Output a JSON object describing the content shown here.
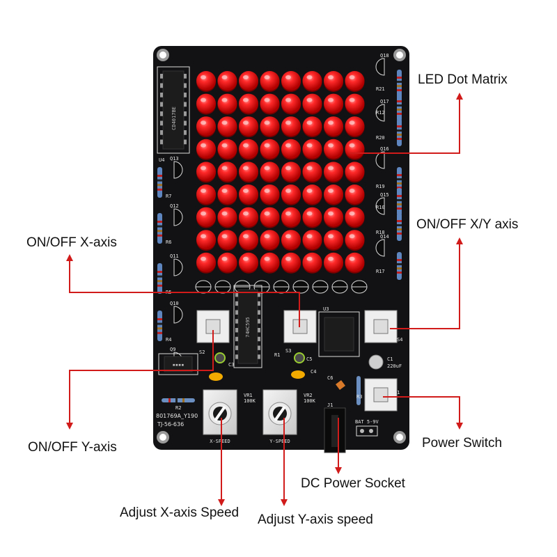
{
  "callouts": {
    "led_matrix": "LED Dot Matrix",
    "xy_switch": "ON/OFF X/Y axis",
    "x_switch": "ON/OFF X-axis",
    "y_switch": "ON/OFF Y-axis",
    "power_switch": "Power Switch",
    "dc_socket": "DC Power Socket",
    "x_speed": "Adjust X-axis Speed",
    "y_speed": "Adjust Y-axis speed"
  },
  "silkscreen": {
    "vr1": "VR1",
    "vr1_val": "100K",
    "vr2": "VR2",
    "vr2_val": "100K",
    "x_speed": "X-SPEED",
    "y_speed": "Y-SPEED",
    "board_id": "801769A_Y190",
    "model": "TJ-56-636",
    "bat": "BAT 5-9V",
    "j1": "J1",
    "c1": "C1",
    "c1_val": "220uF",
    "s1": "S1",
    "s2": "S2",
    "s3": "S3",
    "s4": "S4",
    "u3": "U3",
    "u4": "U4",
    "r1": "R1",
    "r2": "R2",
    "r3": "R3",
    "c3": "C3",
    "c4": "C4",
    "c5": "C5",
    "c6": "C6",
    "q_left": [
      "Q13",
      "Q12",
      "Q11",
      "Q10",
      "Q9"
    ],
    "r_left": [
      "R7",
      "R6",
      "R5",
      "R4"
    ],
    "q_right": [
      "Q18",
      "Q17",
      "Q16",
      "Q15",
      "Q14"
    ],
    "r_right": [
      "R21",
      "R12",
      "R20",
      "R19",
      "R10",
      "R18",
      "R17"
    ],
    "chip_u4": "CD4017BE",
    "chip_u5": "74HC595"
  },
  "colors": {
    "board": "#121214",
    "led": "#e01414",
    "arrow": "#d11a1a",
    "switch_body": "#eeeeee"
  },
  "led_matrix": {
    "rows": 9,
    "cols": 8
  }
}
